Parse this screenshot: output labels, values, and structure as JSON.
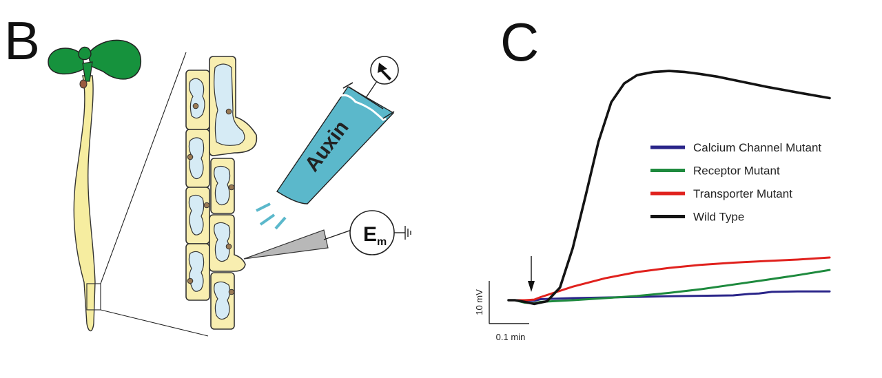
{
  "panels": {
    "b": {
      "letter": "B"
    },
    "c": {
      "letter": "C"
    }
  },
  "diagram_b": {
    "syringe_label": "Auxin",
    "electrode_label_main": "E",
    "electrode_label_sub": "m",
    "icons": [
      "plant-seedling-icon",
      "cell-column",
      "syringe-icon",
      "pressure-gauge-icon",
      "electrode-icon",
      "ground-icon"
    ]
  },
  "chart_data": {
    "type": "line",
    "title": "",
    "xlabel": "",
    "ylabel": "",
    "scale_bar": {
      "y_label": "10 mV",
      "x_label": "0.1 min"
    },
    "stimulus_marker": "arrow",
    "series": [
      {
        "name": "Calcium Channel Mutant",
        "color": "#2a2589",
        "x": [
          0,
          0.02,
          0.05,
          0.08,
          0.1,
          0.2,
          0.3,
          0.4,
          0.5,
          0.6,
          0.7,
          0.75,
          0.78,
          0.82,
          0.9,
          1.0
        ],
        "y": [
          0,
          0,
          0,
          -0.3,
          0.5,
          1,
          1.3,
          1.6,
          1.9,
          2.1,
          2.3,
          3,
          3.2,
          4,
          4.2,
          4.2
        ]
      },
      {
        "name": "Receptor Mutant",
        "color": "#1e8a3e",
        "x": [
          0,
          0.02,
          0.05,
          0.08,
          0.1,
          0.2,
          0.3,
          0.4,
          0.5,
          0.6,
          0.7,
          0.8,
          0.9,
          1.0
        ],
        "y": [
          0,
          0,
          -1.2,
          -1.5,
          -0.8,
          0,
          1,
          2,
          3.5,
          5.3,
          7.5,
          9.7,
          12,
          14.5
        ]
      },
      {
        "name": "Transporter Mutant",
        "color": "#e0211d",
        "x": [
          0,
          0.02,
          0.05,
          0.08,
          0.1,
          0.15,
          0.2,
          0.3,
          0.4,
          0.5,
          0.6,
          0.7,
          0.8,
          0.9,
          1.0
        ],
        "y": [
          0,
          0,
          0,
          0.3,
          1.5,
          4,
          6.5,
          10.5,
          13.5,
          15.5,
          17,
          18,
          18.8,
          19.5,
          20.5
        ]
      },
      {
        "name": "Wild Type",
        "color": "#141414",
        "x": [
          0,
          0.02,
          0.05,
          0.08,
          0.12,
          0.16,
          0.2,
          0.24,
          0.28,
          0.32,
          0.36,
          0.4,
          0.45,
          0.5,
          0.55,
          0.6,
          0.65,
          0.7,
          0.8,
          0.9,
          1.0
        ],
        "y": [
          0,
          0,
          -0.8,
          -1.8,
          -0.5,
          6,
          25,
          50,
          76,
          95,
          104,
          108,
          109.5,
          110,
          109.5,
          108.5,
          107.3,
          105.7,
          102.5,
          99.7,
          97
        ]
      }
    ],
    "x_range": [
      0,
      1.0
    ],
    "y_range": [
      -5,
      115
    ],
    "legend_position": "right"
  }
}
